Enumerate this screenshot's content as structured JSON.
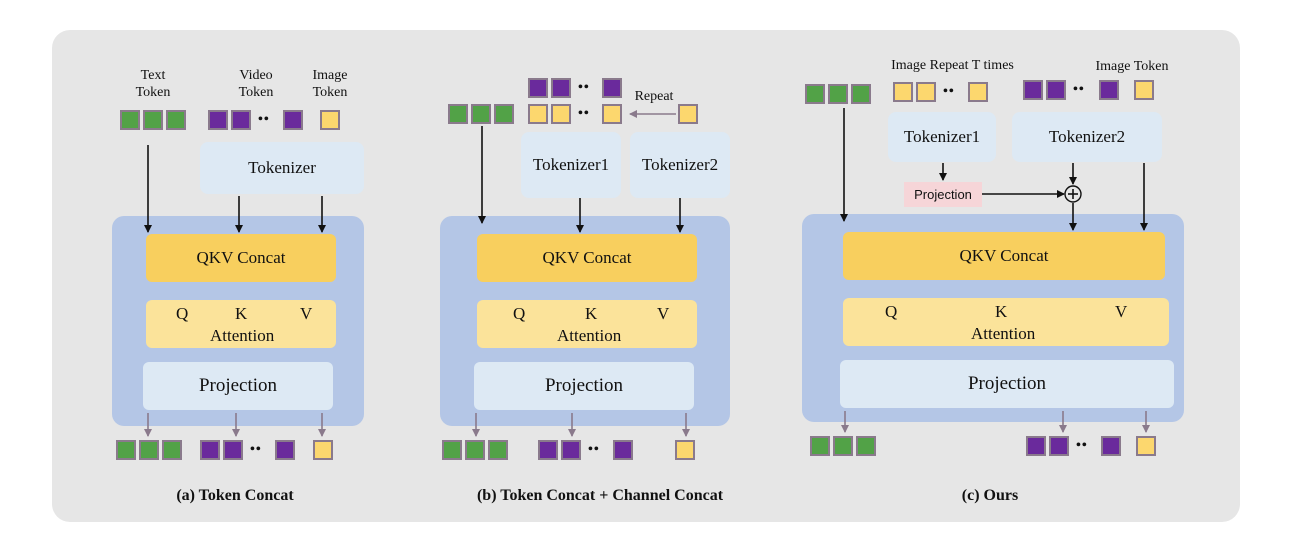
{
  "panel_a": {
    "label_text_token": "Text\nToken",
    "label_video_token": "Video\nToken",
    "label_image_token": "Image\nToken",
    "tokenizer": "Tokenizer",
    "qkv_concat": "QKV Concat",
    "q": "Q",
    "k": "K",
    "v": "V",
    "attention": "Attention",
    "projection": "Projection",
    "caption": "(a) Token Concat"
  },
  "panel_b": {
    "repeat": "Repeat",
    "tokenizer1": "Tokenizer1",
    "tokenizer2": "Tokenizer2",
    "qkv_concat": "QKV Concat",
    "q": "Q",
    "k": "K",
    "v": "V",
    "attention": "Attention",
    "projection": "Projection",
    "caption": "(b) Token Concat + Channel Concat"
  },
  "panel_c": {
    "label_image_repeat": "Image Repeat T times",
    "label_image_token": "Image Token",
    "tokenizer1": "Tokenizer1",
    "tokenizer2": "Tokenizer2",
    "small_projection": "Projection",
    "plus": "⊕",
    "qkv_concat": "QKV Concat",
    "q": "Q",
    "k": "K",
    "v": "V",
    "attention": "Attention",
    "projection": "Projection",
    "caption": "(c) Ours"
  },
  "dots": "••",
  "colors": {
    "text_token": "#52a247",
    "video_token": "#6a2a9c",
    "image_token": "#fcd76e",
    "qkv": "#f8cf5e",
    "attention": "#fbe39a",
    "block": "#b4c6e6",
    "tokenizer": "#dde9f4"
  }
}
